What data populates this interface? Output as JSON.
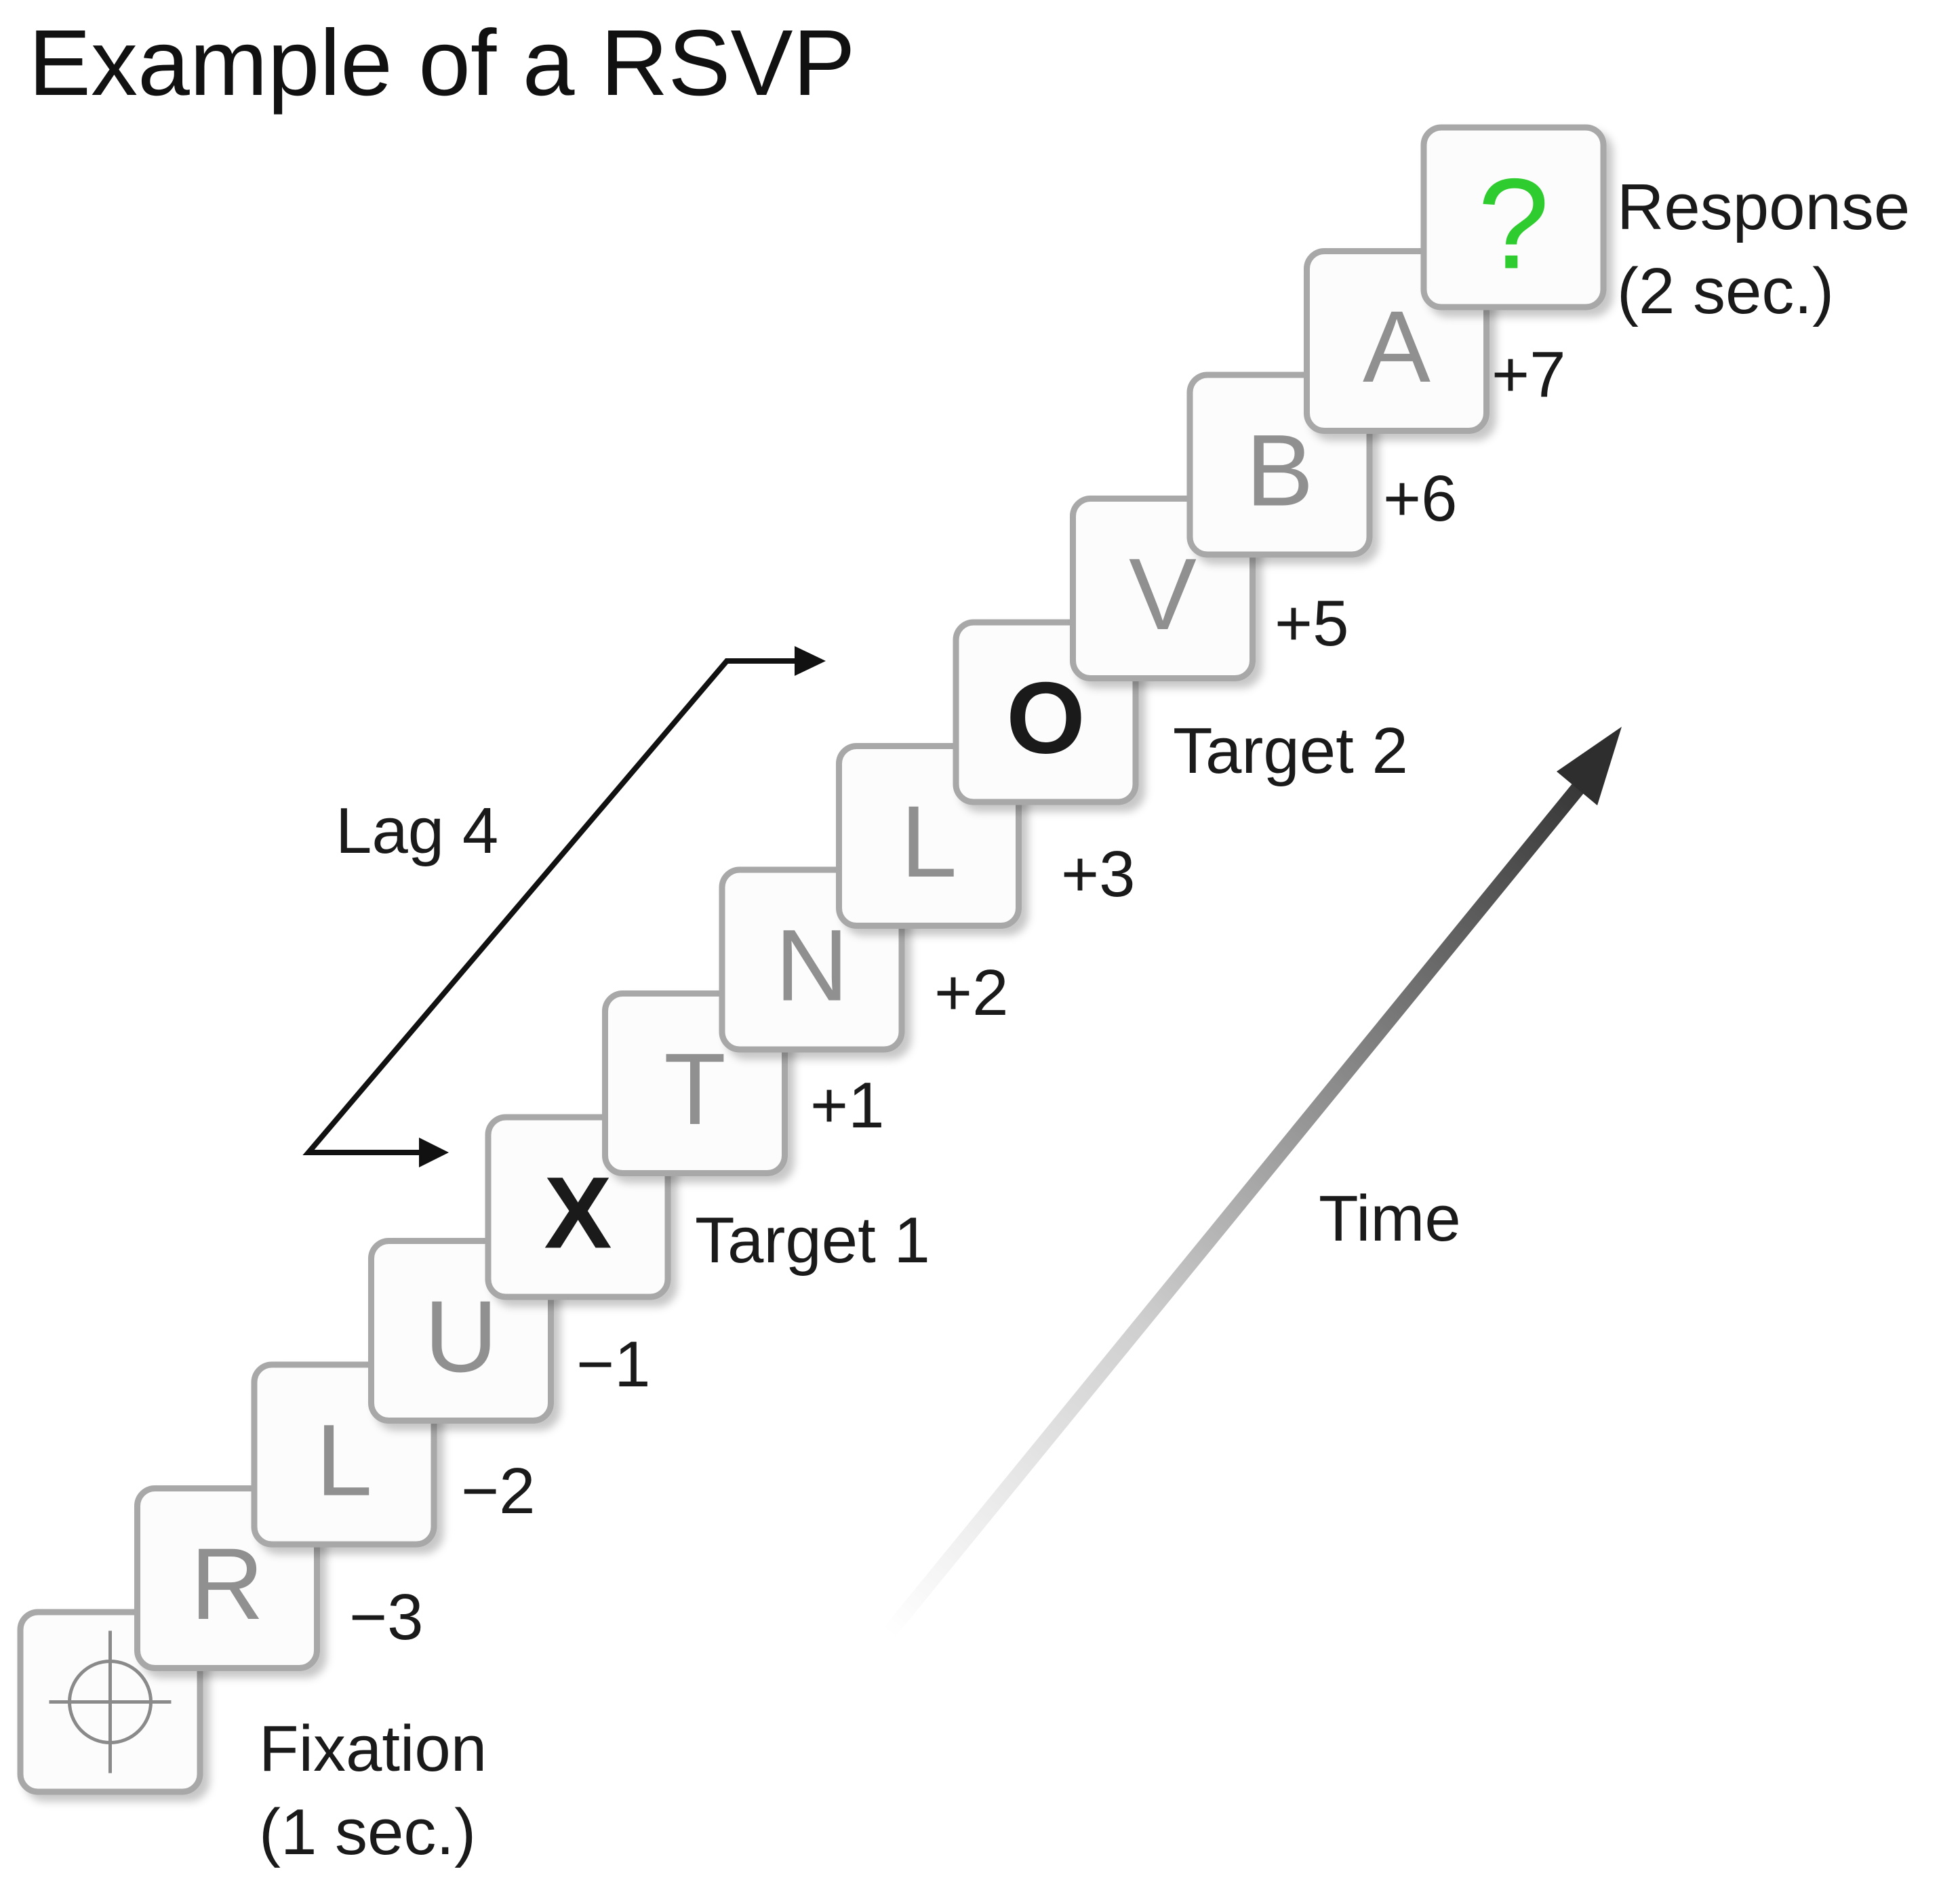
{
  "title": "Example of a RSVP",
  "fixation_label_line1": "Fixation",
  "fixation_label_line2": "(1 sec.)",
  "response_label_line1": "Response",
  "response_label_line2": "(2 sec.)",
  "lag_label": "Lag 4",
  "time_label": "Time",
  "icons": {
    "fixation": "crosshair-icon",
    "time": "arrow-up-right-icon"
  },
  "colors": {
    "response_mark": "#2ecc2e",
    "distractor_letter": "#909090",
    "target_letter": "#1a1a1a",
    "card_border": "#a8a8a8"
  },
  "cards": [
    {
      "letter": "",
      "kind": "fixation"
    },
    {
      "letter": "R",
      "kind": "distractor",
      "label": "−3"
    },
    {
      "letter": "L",
      "kind": "distractor",
      "label": "−2"
    },
    {
      "letter": "U",
      "kind": "distractor",
      "label": "−1"
    },
    {
      "letter": "X",
      "kind": "target",
      "label": "Target 1"
    },
    {
      "letter": "T",
      "kind": "distractor",
      "label": "+1"
    },
    {
      "letter": "N",
      "kind": "distractor",
      "label": "+2"
    },
    {
      "letter": "L",
      "kind": "distractor",
      "label": "+3"
    },
    {
      "letter": "O",
      "kind": "target",
      "label": "Target 2"
    },
    {
      "letter": "V",
      "kind": "distractor",
      "label": "+5"
    },
    {
      "letter": "B",
      "kind": "distractor",
      "label": "+6"
    },
    {
      "letter": "A",
      "kind": "distractor",
      "label": "+7"
    },
    {
      "letter": "?",
      "kind": "response"
    }
  ]
}
